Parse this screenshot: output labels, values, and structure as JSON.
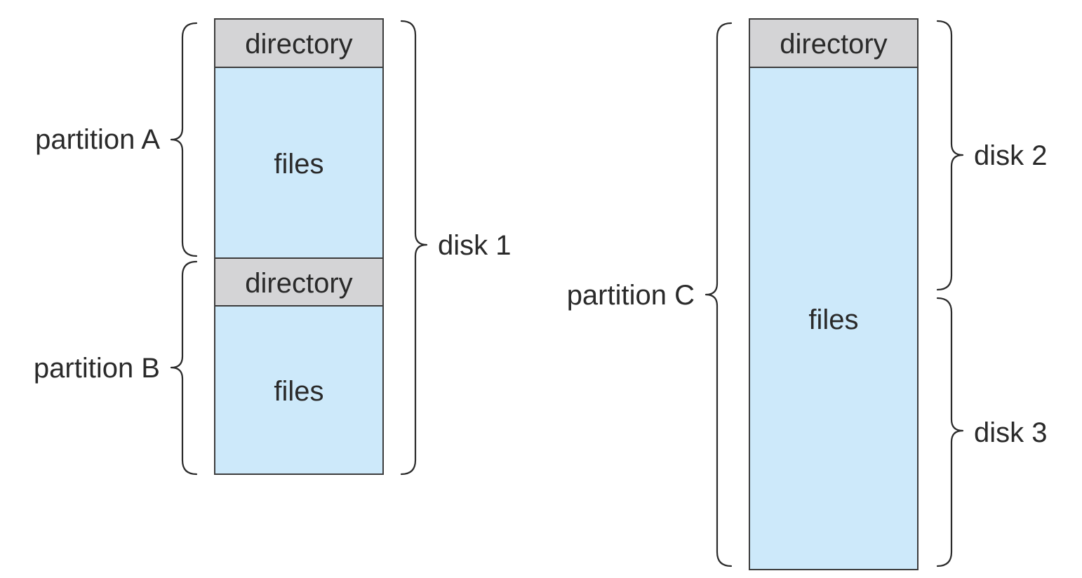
{
  "left_stack": {
    "dir_a": "directory",
    "files_a": "files",
    "dir_b": "directory",
    "files_b": "files"
  },
  "right_stack": {
    "dir_c": "directory",
    "files_c": "files"
  },
  "labels": {
    "partition_a": "partition A",
    "partition_b": "partition B",
    "partition_c": "partition C",
    "disk_1": "disk 1",
    "disk_2": "disk 2",
    "disk_3": "disk 3"
  },
  "colors": {
    "directory_fill": "#d4d4d6",
    "files_fill": "#cde9fa",
    "stroke": "#3c3c3c",
    "text": "#2a2a2a"
  }
}
